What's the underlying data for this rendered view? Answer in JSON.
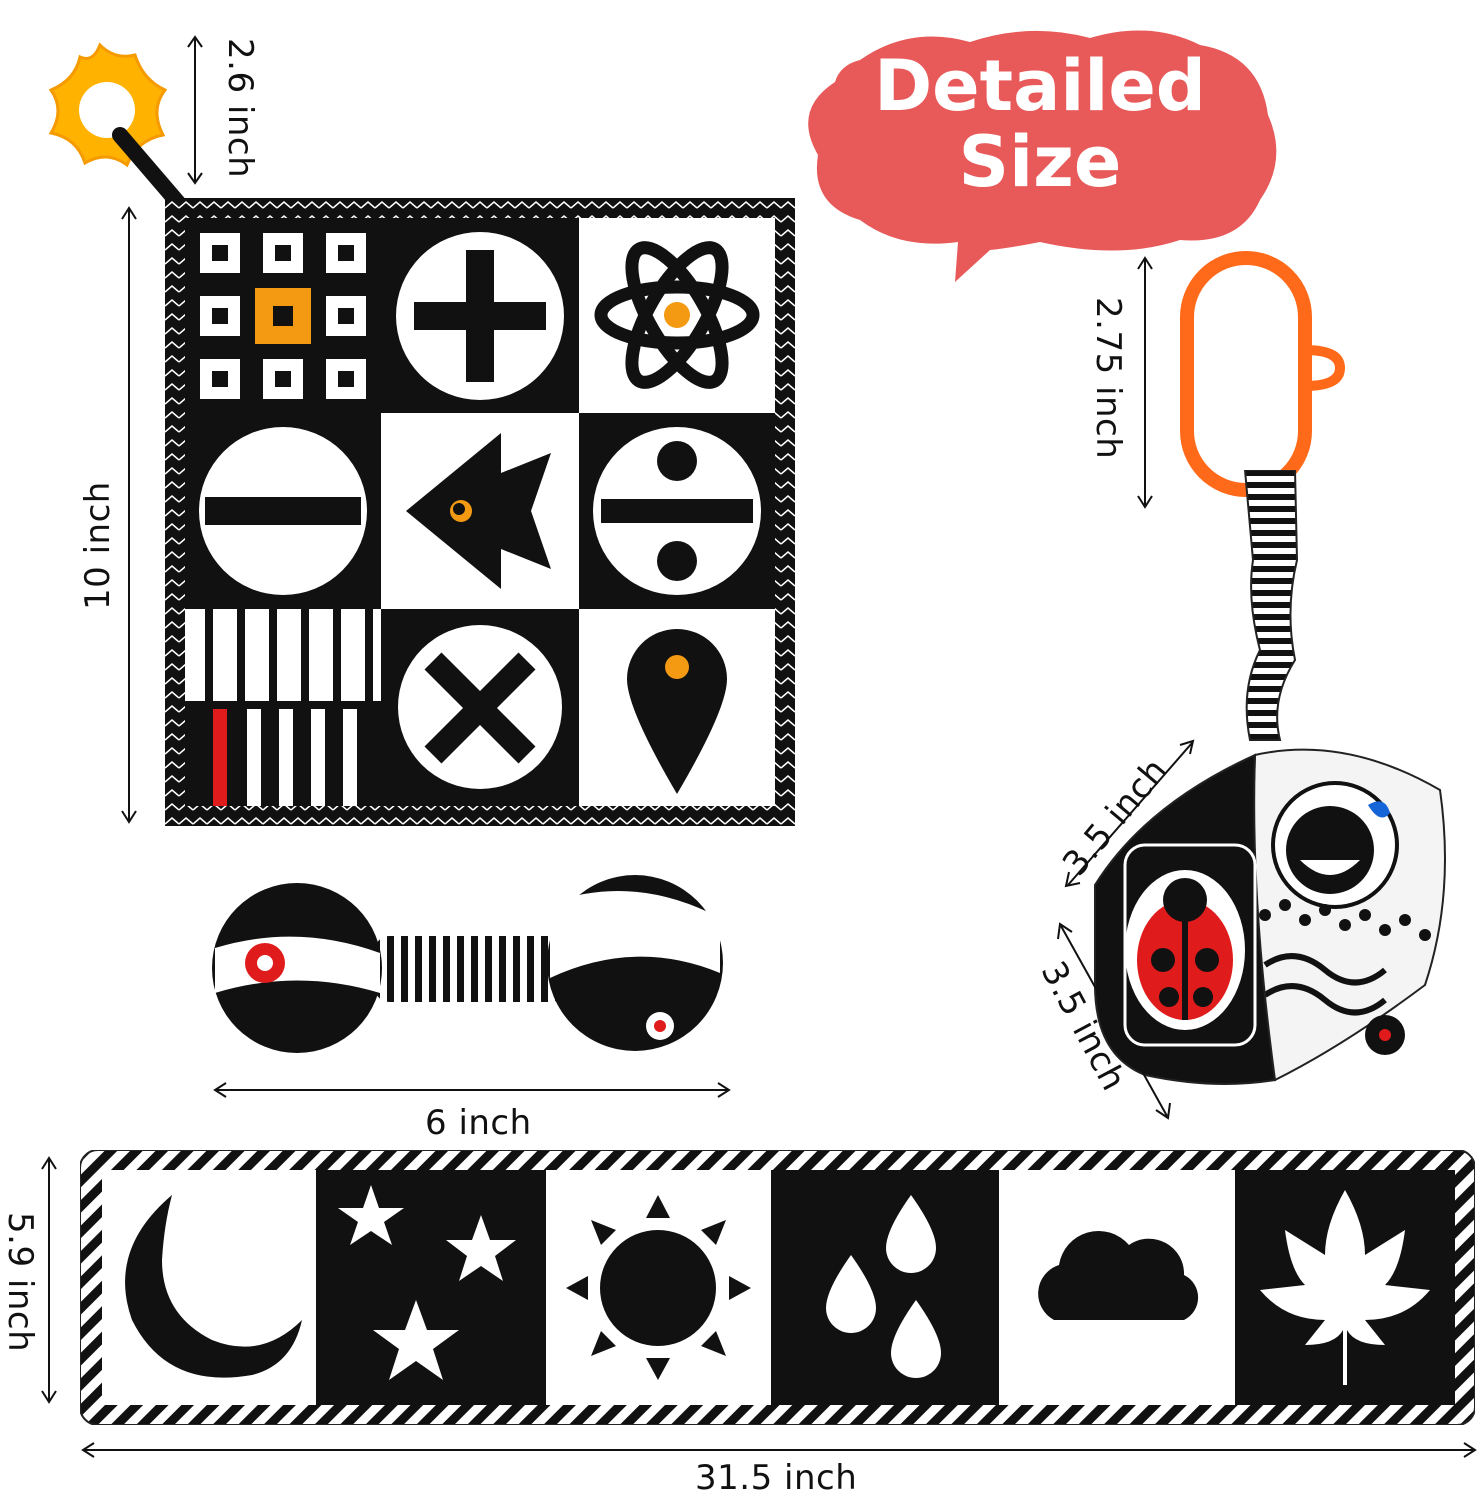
{
  "badge": {
    "line1": "Detailed",
    "line2": "Size",
    "color": "#e85a5a"
  },
  "dimensions": {
    "teether_height": "2.6 inch",
    "book_height": "10 inch",
    "ring_height": "2.75 inch",
    "cube_edge_top": "3.5 inch",
    "cube_edge_side": "3.5 inch",
    "rattle_width": "6 inch",
    "strip_height": "5.9 inch",
    "strip_width": "31.5 inch"
  },
  "colors": {
    "accent_orange": "#f39a12",
    "accent_red": "#e01b1b",
    "ring_orange": "#ff6a1a",
    "teether_yellow": "#ffb300"
  },
  "icons": {
    "book": [
      "squares-grid-icon",
      "plus-icon",
      "atom-icon",
      "minus-icon",
      "fish-icon",
      "divide-icon",
      "piano-keys-icon",
      "multiply-icon",
      "map-pin-icon"
    ],
    "strip": [
      "moon-icon",
      "stars-icon",
      "sun-icon",
      "raindrops-icon",
      "cloud-icon",
      "leaf-icon"
    ]
  }
}
